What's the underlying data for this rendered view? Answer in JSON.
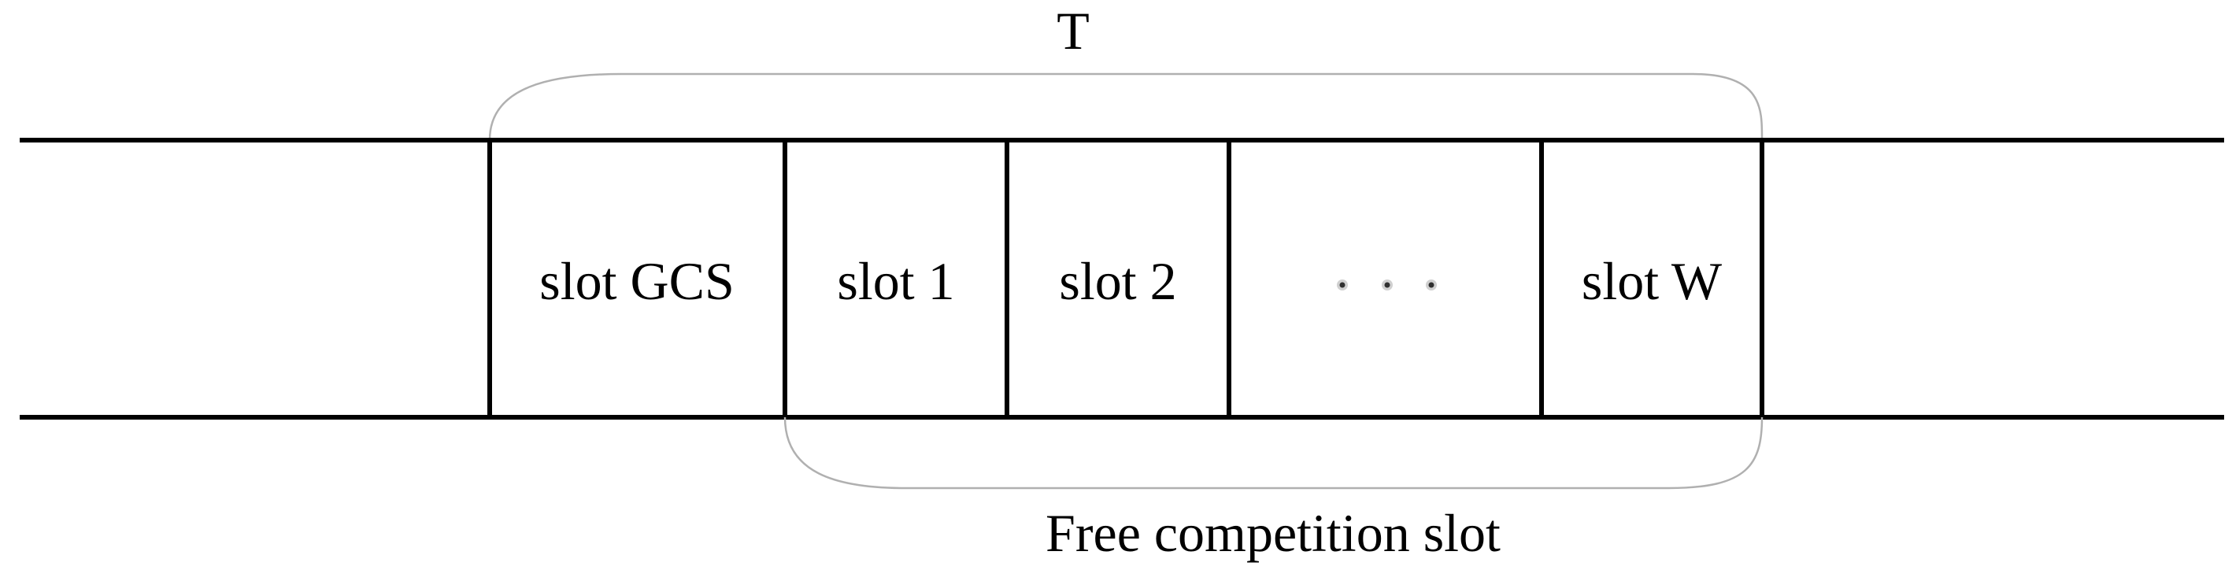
{
  "diagram": {
    "top_brace_label": "T",
    "bottom_brace_label": "Free competition slot",
    "slots": [
      {
        "id": "gcs",
        "label": "slot GCS"
      },
      {
        "id": "slot1",
        "label": "slot 1"
      },
      {
        "id": "slot2",
        "label": "slot 2"
      },
      {
        "id": "ellipsis",
        "label": ""
      },
      {
        "id": "slotw",
        "label": "slot W"
      }
    ]
  }
}
